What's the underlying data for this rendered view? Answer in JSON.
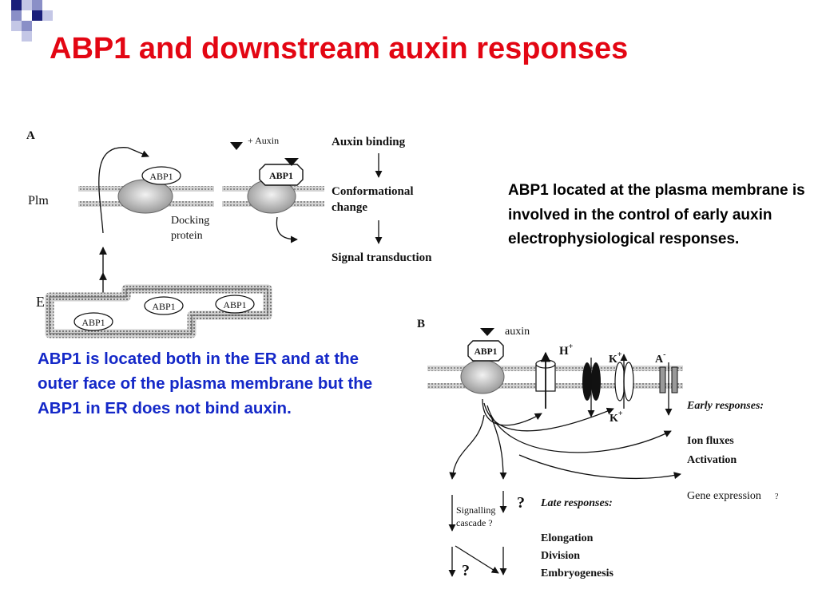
{
  "slide": {
    "title": "ABP1 and downstream auxin responses",
    "caption_left": "ABP1 is located both in the ER and at the outer face of the plasma membrane but  the ABP1 in ER does not bind auxin.",
    "caption_right": "ABP1 located at the plasma membrane is involved in the control of early auxin electrophysiological responses."
  },
  "colors": {
    "title": "#e30613",
    "caption_left": "#1428c8",
    "caption_right": "#000000",
    "corner_squares": [
      "#1a1f7a",
      "#8a8fc7",
      "#c4c7e6"
    ]
  },
  "panel_a": {
    "label": "A",
    "membrane_label": "Plm",
    "er_label": "ER",
    "abp1": "ABP1",
    "docking_protein": "Docking\nprotein",
    "auxin_label": "+ Auxin",
    "steps": [
      "Auxin binding",
      "Conformational\nchange",
      "Signal transduction"
    ]
  },
  "panel_b": {
    "label": "B",
    "auxin_label": "auxin",
    "abp1": "ABP1",
    "h_plus": "H+",
    "k_plus_top": "K+",
    "k_plus_bottom": "K+",
    "a_minus": "A-",
    "early_responses_title": "Early responses:",
    "early_responses": [
      "Ion fluxes",
      "Activation"
    ],
    "gene_expression": "Gene expression",
    "gene_expression_q": "?",
    "late_responses_title": "Late responses:",
    "late_responses": [
      "Elongation",
      "Division",
      "Embryogenesis"
    ],
    "signalling_cascade": "Signalling\ncascade ?",
    "question_mark": "?"
  }
}
